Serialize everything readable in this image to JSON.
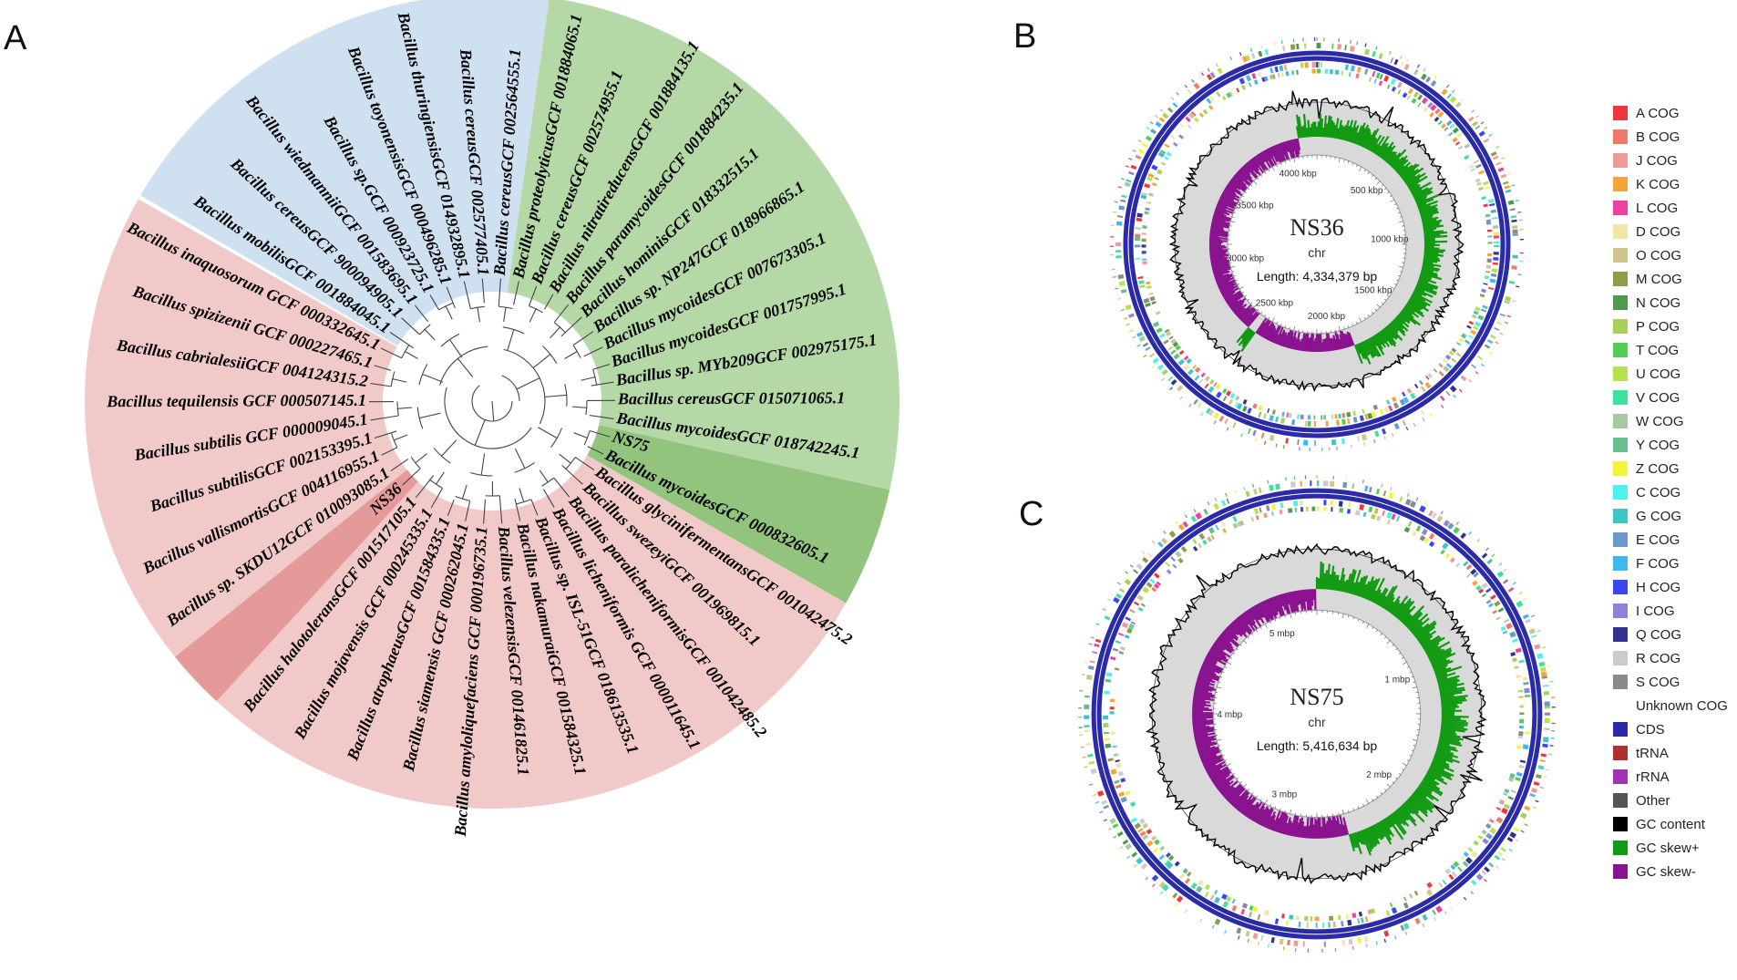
{
  "panels": {
    "a": "A",
    "b": "B",
    "c": "C"
  },
  "colors": {
    "blue_clade": "#cfe0f1",
    "green_clade": "#b4d8a6",
    "green_dark": "#93c47d",
    "pink_clade": "#f2c9c9",
    "red_dark": "#e59a9a",
    "cds": "#2b2ba8",
    "gc_content": "#000000",
    "gc_skew_plus": "#129a12",
    "gc_skew_minus": "#8a138f"
  },
  "tree": {
    "leaves": [
      "Bacillus cereusGCF 002564555.1",
      "Bacillus proteolyticusGCF 001884065.1",
      "Bacillus cereusGCF 002574955.1",
      "Bacillus nitratireducensGCF 001884135.1",
      "Bacillus paramycoidesGCF 001884235.1",
      "Bacillus hominisGCF 018332515.1",
      "Bacillus sp. NP247GCF 018966865.1",
      "Bacillus mycoidesGCF 007673305.1",
      "Bacillus mycoidesGCF 001757995.1",
      "Bacillus sp. MYb209GCF 002975175.1",
      "Bacillus cereusGCF 015071065.1",
      "Bacillus mycoidesGCF 018742245.1",
      "NS75",
      "Bacillus mycoidesGCF 000832605.1",
      "Bacillus glycinifermentansGCF 001042475.2",
      "Bacillus swezeyiGCF 001969815.1",
      "Bacillus paralicheniformisGCF 001042485.2",
      "Bacillus licheniformis GCF 000011645.1",
      "Bacillus sp. ISL-51GCF 018613535.1",
      "Bacillus nakamuraiGCF 001584325.1",
      "Bacillus velezensisGCF 001461825.1",
      "Bacillus amyloliquefaciens GCF 000196735.1",
      "Bacillus siamensis GCF 000262045.1",
      "Bacillus atrophaeusGCF 001584335.1",
      "Bacillus mojavensis GCF 000245335.1",
      "Bacillus halotoleransGCF 001517105.1",
      "NS36",
      "Bacillus sp. SKDU12GCF 010093085.1",
      "Bacillus vallismortisGCF 004116955.1",
      "Bacillus subtilisGCF 002153395.1",
      "Bacillus subtilis GCF 000009045.1",
      "Bacillus tequilensis GCF 000507145.1",
      "Bacillus cabrialesiiGCF 004124315.2",
      "Bacillus spizizenii GCF 000227465.1",
      "Bacillus inaquosorum GCF 000332645.1",
      "Bacillus mobilisGCF 001884045.1",
      "Bacillus cereusGCF 900094905.1",
      "Bacillus wiedmanniiGCF 001583695.1",
      "Bacillus sp.GCF 000923725.1",
      "Bacillus toyonensisGCF 000496285.1",
      "Bacillus thuringiensisGCF 014932895.1",
      "Bacillus cereusGCF 002577405.1"
    ]
  },
  "genomes": [
    {
      "name": "NS36",
      "chr": "chr",
      "length": "Length: 4,334,379 bp",
      "ticks": [
        "500 kbp",
        "1000 kbp",
        "1500 kbp",
        "2000 kbp",
        "2500 kbp",
        "3000 kbp",
        "3500 kbp",
        "4000 kbp"
      ]
    },
    {
      "name": "NS75",
      "chr": "chr",
      "length": "Length: 5,416,634 bp",
      "ticks": [
        "1 mbp",
        "2 mbp",
        "3 mbp",
        "4 mbp",
        "5 mbp"
      ]
    }
  ],
  "legend": [
    {
      "label": "A COG",
      "color": "#f0363d"
    },
    {
      "label": "B COG",
      "color": "#f07a6a"
    },
    {
      "label": "J COG",
      "color": "#ee9a99"
    },
    {
      "label": "K COG",
      "color": "#f5a33b"
    },
    {
      "label": "L COG",
      "color": "#ef3fa1"
    },
    {
      "label": "D COG",
      "color": "#f1e6a8"
    },
    {
      "label": "O COG",
      "color": "#cfc48a"
    },
    {
      "label": "M COG",
      "color": "#8f9d4a"
    },
    {
      "label": "N COG",
      "color": "#4e9a4e"
    },
    {
      "label": "P COG",
      "color": "#a8d15a"
    },
    {
      "label": "T COG",
      "color": "#55cc55"
    },
    {
      "label": "U COG",
      "color": "#b6e24f"
    },
    {
      "label": "V COG",
      "color": "#3fe0a0"
    },
    {
      "label": "W COG",
      "color": "#a9c9a6"
    },
    {
      "label": "Y COG",
      "color": "#66bf8c"
    },
    {
      "label": "Z COG",
      "color": "#f4f33b"
    },
    {
      "label": "C COG",
      "color": "#4ff0f0"
    },
    {
      "label": "G COG",
      "color": "#3ec6c6"
    },
    {
      "label": "E COG",
      "color": "#6a9ac8"
    },
    {
      "label": "F COG",
      "color": "#3fb8ef"
    },
    {
      "label": "H COG",
      "color": "#3b46ef"
    },
    {
      "label": "I COG",
      "color": "#8a84d6"
    },
    {
      "label": "Q COG",
      "color": "#31338f"
    },
    {
      "label": "R COG",
      "color": "#cccccc"
    },
    {
      "label": "S COG",
      "color": "#8a8a8a"
    },
    {
      "label": "Unknown COG",
      "color": "#ffffff"
    },
    {
      "label": "CDS",
      "color": "#2b2ba8"
    },
    {
      "label": "tRNA",
      "color": "#b03030"
    },
    {
      "label": "rRNA",
      "color": "#a033b0"
    },
    {
      "label": "Other",
      "color": "#555555"
    },
    {
      "label": "GC content",
      "color": "#000000"
    },
    {
      "label": "GC skew+",
      "color": "#129a12"
    },
    {
      "label": "GC skew-",
      "color": "#8a138f"
    }
  ]
}
